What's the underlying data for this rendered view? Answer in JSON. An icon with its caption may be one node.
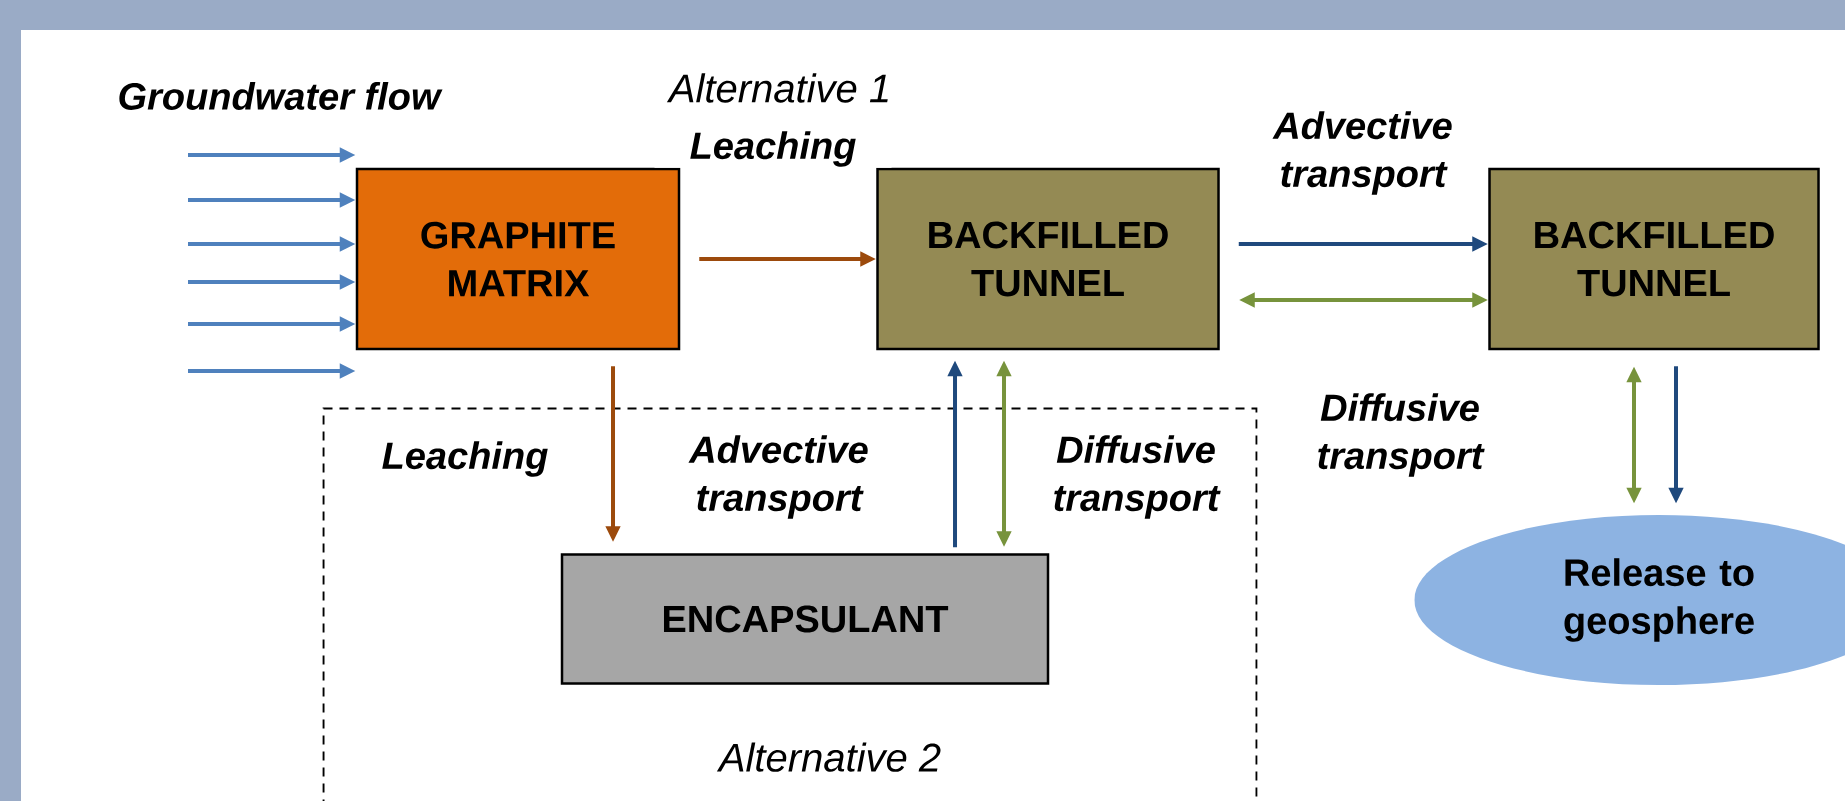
{
  "diagram": {
    "nodes": [
      {
        "text": [
          "GRAPHITE MATRIX"
        ]
      },
      {
        "text": [
          "BACKFILLED TUNNEL"
        ]
      },
      {
        "text": [
          "BACKFILLED TUNNEL"
        ]
      },
      {
        "text": [
          "Alternative 2"
        ]
      },
      {
        "text": [
          "ENCAPSULANT"
        ],
        "in": 3
      },
      {
        "text": [
          "Release to geosphere"
        ]
      }
    ],
    "edges": [
      {
        "from": null,
        "to": 0,
        "arrow": "to",
        "color": "#4f81bd"
      },
      {
        "from": null,
        "to": 0,
        "arrow": "to",
        "color": "#4f81bd"
      },
      {
        "from": null,
        "to": 0,
        "arrow": "to",
        "color": "#4f81bd"
      },
      {
        "from": null,
        "to": 0,
        "arrow": "to",
        "color": "#4f81bd"
      },
      {
        "from": null,
        "to": 0,
        "arrow": "to",
        "color": "#4f81bd"
      },
      {
        "from": null,
        "to": 0,
        "arrow": "to",
        "color": "#4f81bd"
      },
      {
        "from": 0,
        "to": 1,
        "arrow": "to",
        "label": "Leaching",
        "color": "#9c4a0c"
      },
      {
        "from": 0,
        "to": 4,
        "arrow": "to",
        "label": "Leaching",
        "color": "#9c4a0c"
      },
      {
        "from": 4,
        "to": 1,
        "arrow": "to",
        "label": "Advective transport",
        "color": "#1f497d"
      },
      {
        "from": 4,
        "to": 1,
        "arrow": "both",
        "label": "Diffusive transport",
        "color": "#77933c"
      },
      {
        "from": 1,
        "to": 2,
        "arrow": "to",
        "label": "Advective transport",
        "color": "#1f497d"
      },
      {
        "from": 1,
        "to": 2,
        "arrow": "both",
        "label": "Diffusive transport",
        "color": "#77933c"
      },
      {
        "from": 2,
        "to": 5,
        "arrow": "both",
        "color": "#77933c"
      },
      {
        "from": 2,
        "to": 5,
        "arrow": "to",
        "color": "#1f497d"
      }
    ],
    "labels": [
      "Groundwater flow",
      "Alternative 1"
    ]
  }
}
